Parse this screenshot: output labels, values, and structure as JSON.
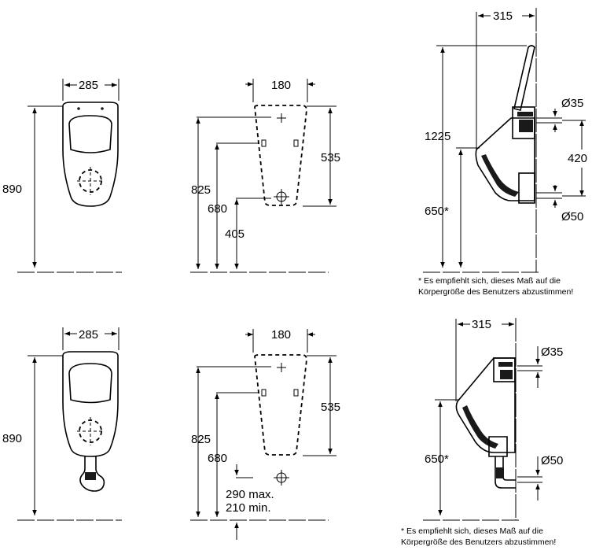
{
  "top_row": {
    "front": {
      "width": "285",
      "height": "890"
    },
    "mount": {
      "width": "180",
      "h_825": "825",
      "h_680": "680",
      "h_405": "405",
      "h_535": "535"
    },
    "side": {
      "depth": "315",
      "height_1225": "1225",
      "height_650": "650*",
      "dia_35": "Ø35",
      "dist_420": "420",
      "dia_50": "Ø50",
      "note_line1": "* Es empfiehlt sich, dieses Maß auf die",
      "note_line2": "Körpergröße  des Benutzers abzustimmen!"
    }
  },
  "bottom_row": {
    "front": {
      "width": "285",
      "height": "890"
    },
    "mount": {
      "width": "180",
      "h_825": "825",
      "h_680": "680",
      "h_535": "535",
      "max": "290 max.",
      "min": "210 min."
    },
    "side": {
      "depth": "315",
      "height_650": "650*",
      "dia_35": "Ø35",
      "dia_50": "Ø50",
      "note_line1": "* Es empfiehlt sich, dieses Maß auf die",
      "note_line2": "Körpergröße  des Benutzers abzustimmen!"
    }
  }
}
